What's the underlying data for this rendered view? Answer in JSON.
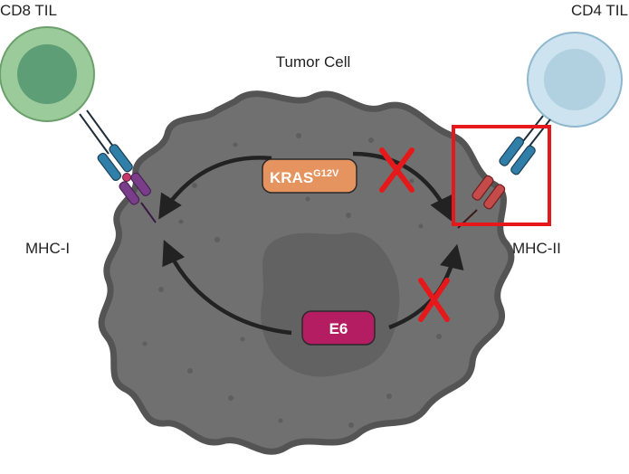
{
  "labels": {
    "cd8": "CD8 TIL",
    "cd4": "CD4 TIL",
    "tumor": "Tumor Cell",
    "mhc1": "MHC-I",
    "mhc2": "MHC-II",
    "kras_main": "KRAS",
    "kras_sup": "G12V",
    "e6": "E6"
  },
  "colors": {
    "tumor_fill": "#707070",
    "tumor_stroke": "#545454",
    "nucleus_fill": "#5f5f5f",
    "cd8_outer": "#9ccb9b",
    "cd8_inner": "#5e9e77",
    "cd4_outer": "#cde3ef",
    "cd4_inner": "#b1d1e1",
    "tcr_blue": "#2f7fa8",
    "mhc1_purple": "#7a3d8a",
    "mhc2_red": "#c54a4a",
    "kras_box": "#e5935f",
    "e6_box": "#b51d63",
    "block_red": "#e5191b"
  }
}
